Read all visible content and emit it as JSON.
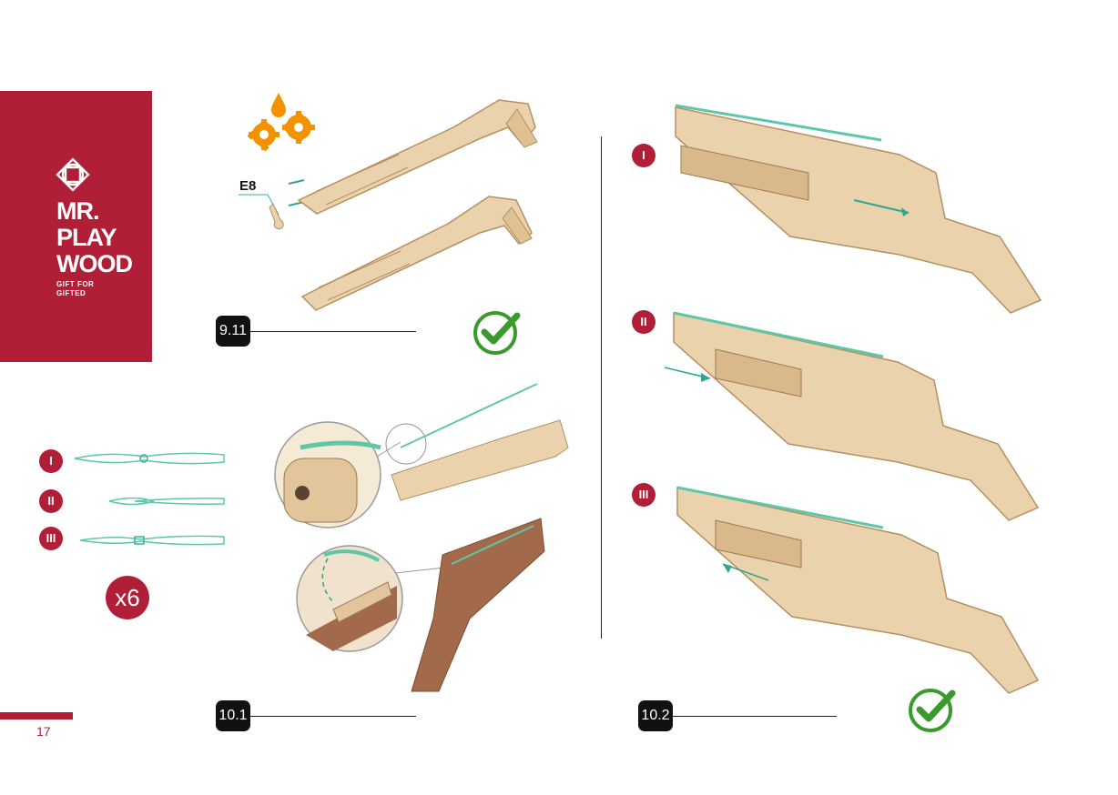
{
  "brand": {
    "name": "MR.\nPLAY\nWOOD",
    "tagline": "GIFT FOR\nGIFTED",
    "color": "#b01f37"
  },
  "steps": {
    "s911": "9.11",
    "s101": "10.1",
    "s102": "10.2"
  },
  "part_label": "E8",
  "roman": [
    "I",
    "II",
    "III"
  ],
  "multiplier": "x6",
  "page_number": "17",
  "icons": {
    "lubricate": "gears-oil-icon",
    "done": "checkmark-icon"
  },
  "colors": {
    "accent": "#b01f37",
    "check": "#3a9a2e",
    "band": "#5ec7a8",
    "oil": "#f39200",
    "wood_light": "#ead3ac",
    "wood_dark": "#9c6a43"
  }
}
